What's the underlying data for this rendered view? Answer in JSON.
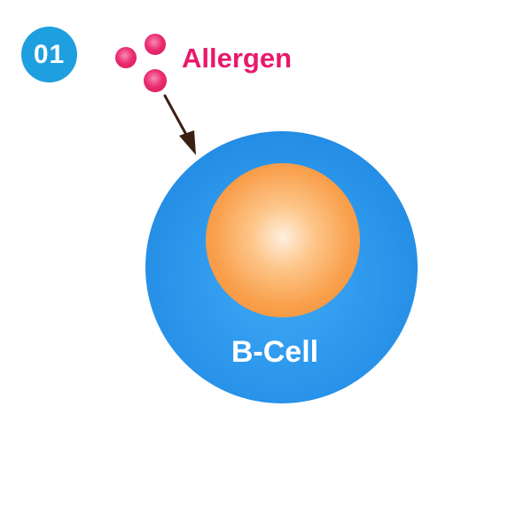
{
  "step": {
    "number": "01",
    "badge_color": "#1E9FE0"
  },
  "allergen": {
    "label": "Allergen",
    "color": "#E8196B",
    "particle_count": 3
  },
  "arrow": {
    "color": "#3A1F12",
    "points_to": "b-cell"
  },
  "cell": {
    "label": "B-Cell",
    "membrane_color": "#2A95EA",
    "nucleus_color": "#F9A04D"
  }
}
